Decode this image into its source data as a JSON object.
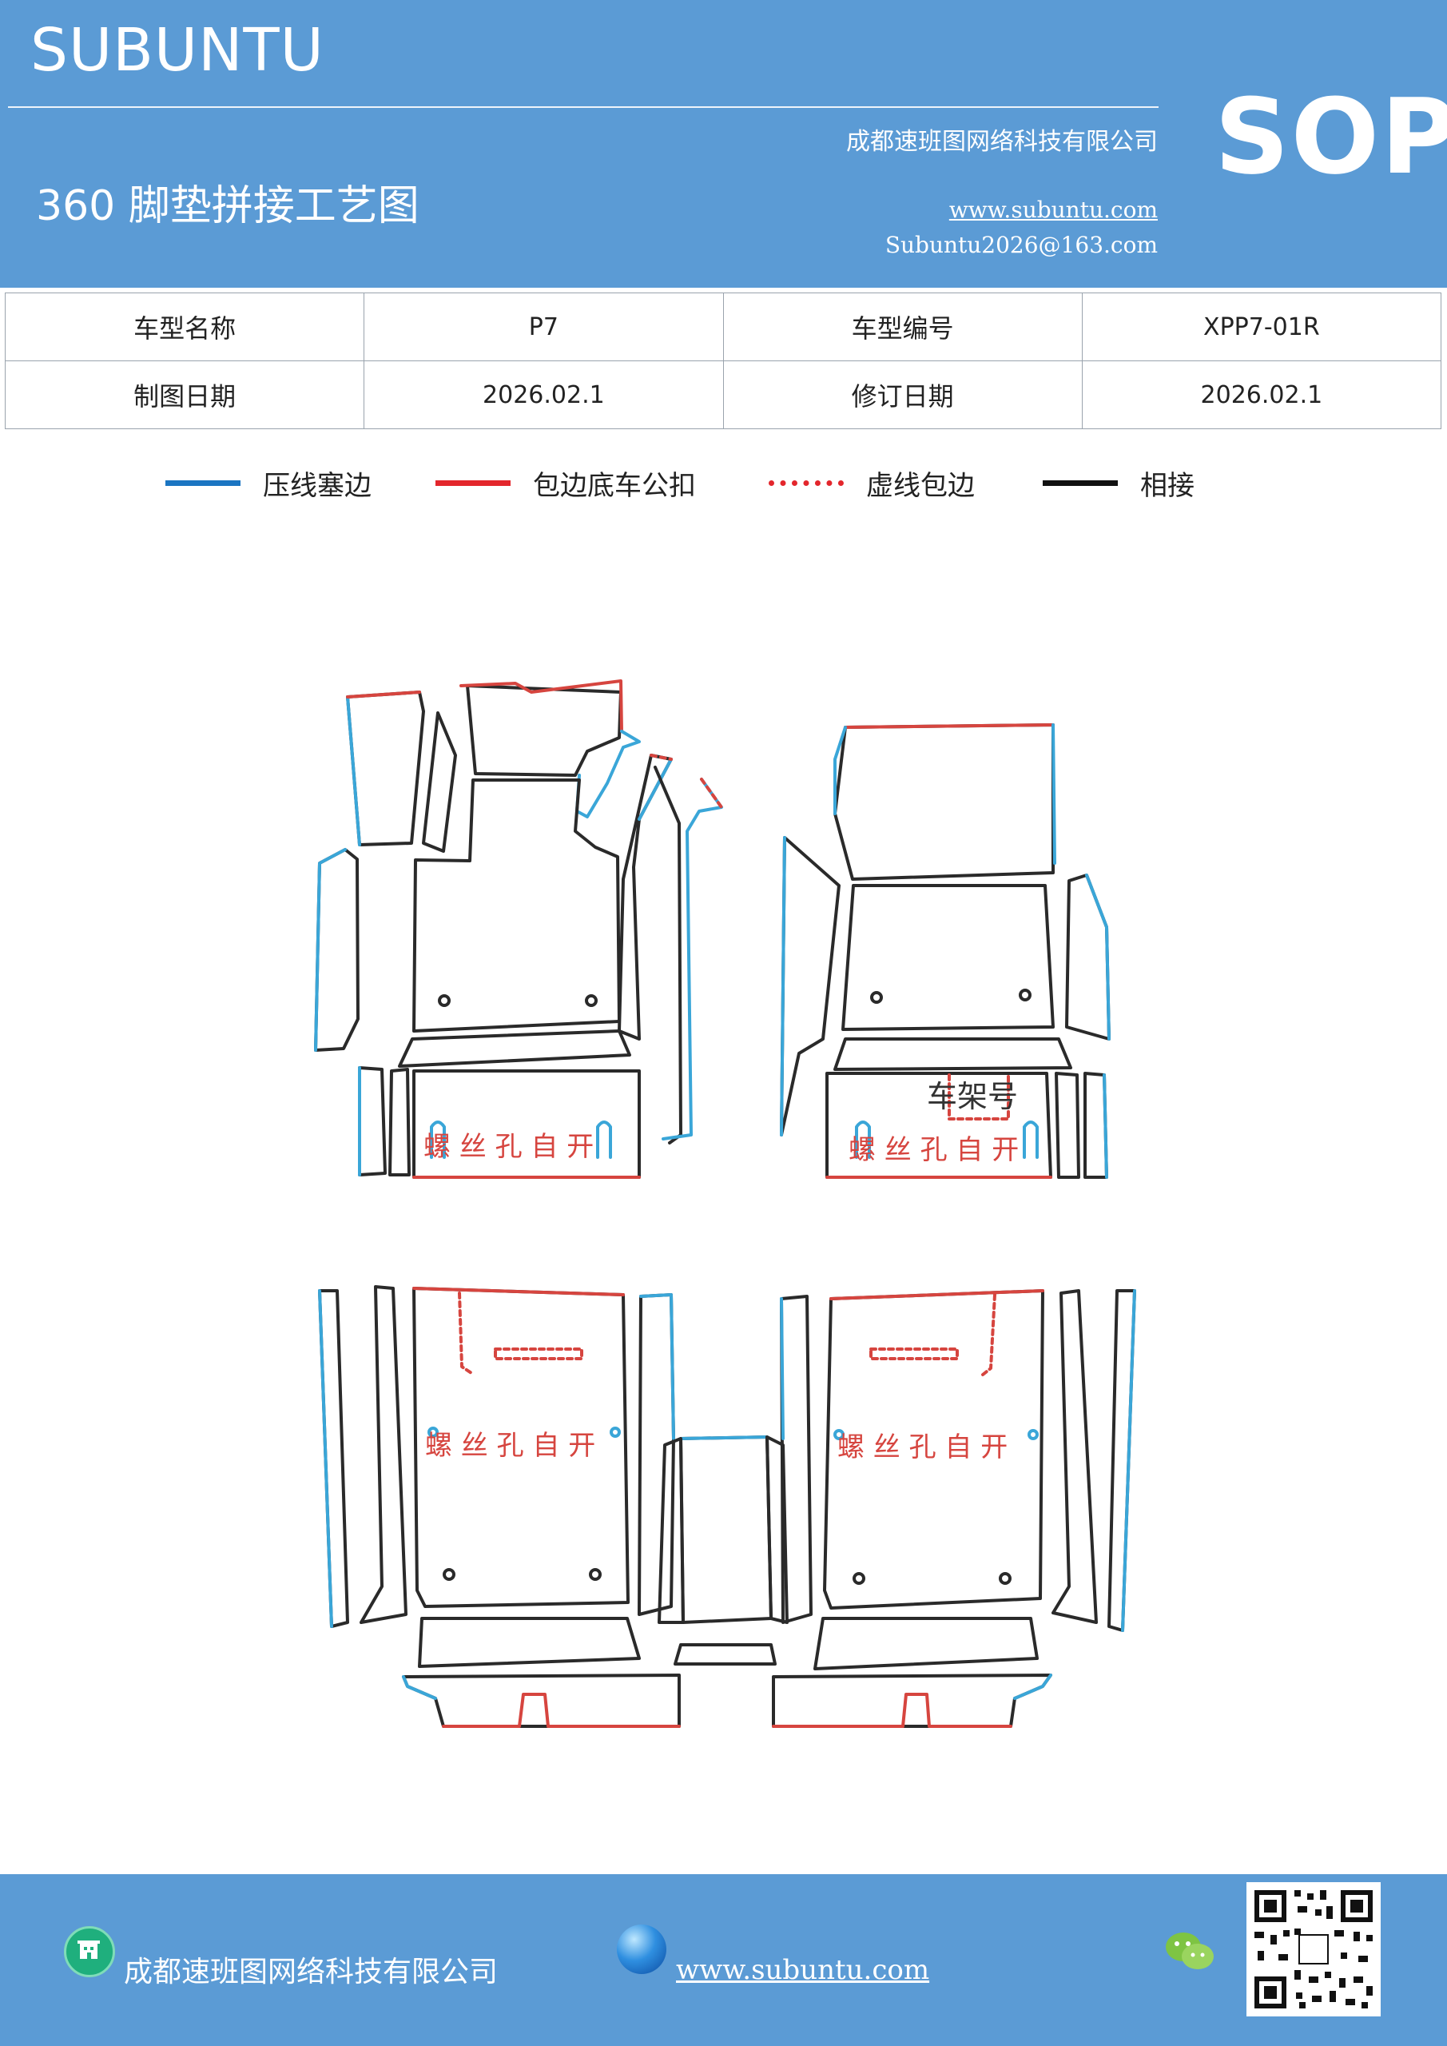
{
  "header": {
    "brand": "SUBUNTU",
    "badge": "SOP",
    "company": "成都速班图网络科技有限公司",
    "title": "360 脚垫拼接工艺图",
    "website": "www.subuntu.com",
    "email": "Subuntu2026@163.com"
  },
  "info_table": {
    "row1": {
      "label1": "车型名称",
      "value1": "P7",
      "label2": "车型编号",
      "value2": "XPP7-01R"
    },
    "row2": {
      "label1": "制图日期",
      "value1": "2026.02.1",
      "label2": "修订日期",
      "value2": "2026.02.1"
    }
  },
  "legend": [
    {
      "label": "压线塞边",
      "color": "#1b75c2",
      "style": "solid"
    },
    {
      "label": "包边底车公扣",
      "color": "#e3262c",
      "style": "solid"
    },
    {
      "label": "虚线包边",
      "color": "#e3262c",
      "style": "dotted"
    },
    {
      "label": "相接",
      "color": "#111111",
      "style": "solid"
    }
  ],
  "drawing": {
    "screw_note": "螺 丝 孔 自 开",
    "vin_label": "车架号",
    "colors": {
      "blue": "#3aa6d8",
      "red": "#d6453f",
      "black": "#2a2a2a"
    }
  },
  "footer": {
    "company": "成都速班图网络科技有限公司",
    "website": "www.subuntu.com",
    "building_icon": "building-icon",
    "globe_icon": "globe-icon",
    "wechat_icon": "wechat-icon"
  }
}
